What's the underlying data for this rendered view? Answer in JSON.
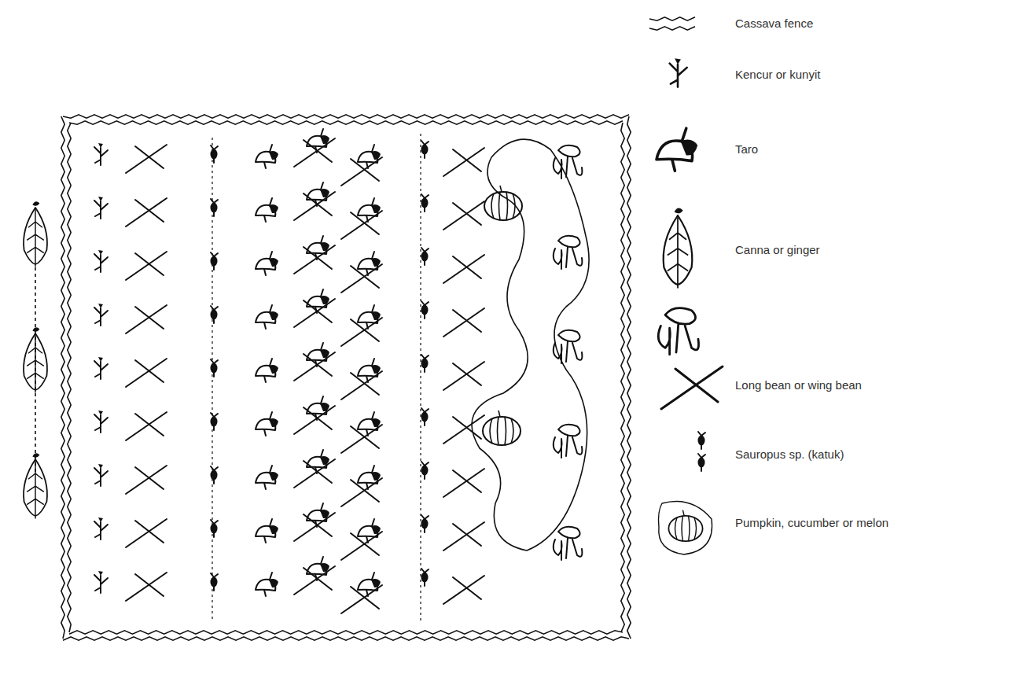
{
  "diagram": {
    "legend": [
      {
        "text": "Cassava fence"
      },
      {
        "text": "Kencur or kunyit"
      },
      {
        "text": "Taro"
      },
      {
        "text": "Canna or ginger"
      },
      {
        "text": "Long bean or wing bean"
      },
      {
        "text": "Sauropus sp. (katuk)"
      },
      {
        "text": "Pumpkin, cucumber or melon"
      }
    ]
  }
}
